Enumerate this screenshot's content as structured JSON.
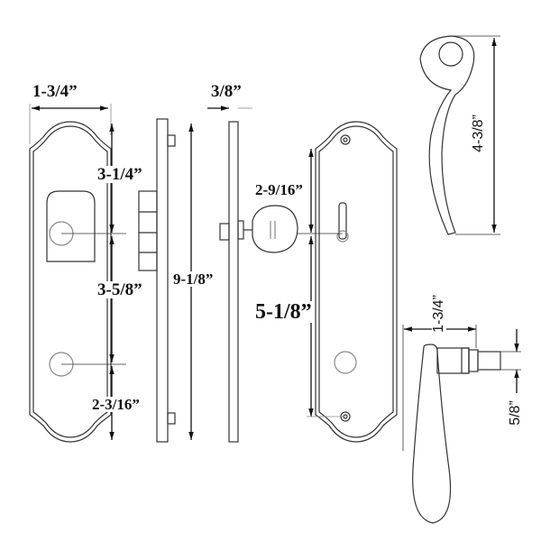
{
  "labels": {
    "plate_width": "1-3/4”",
    "plate_thickness": "3/8”",
    "top_to_lever": "3-1/4”",
    "lever_to_cylinder": "3-5/8”",
    "cylinder_to_bottom": "2-3/16”",
    "plate_height": "9-1/8”",
    "thumbturn_offset": "2-9/16”",
    "thumbturn_to_screw": "5-1/8”",
    "lever_height": "4-3/8”",
    "lever_projection": "1-3/4”",
    "spindle_diameter": "5/8”"
  },
  "colors": {
    "line": "#222222",
    "light_line": "#888888",
    "background": "#ffffff"
  }
}
